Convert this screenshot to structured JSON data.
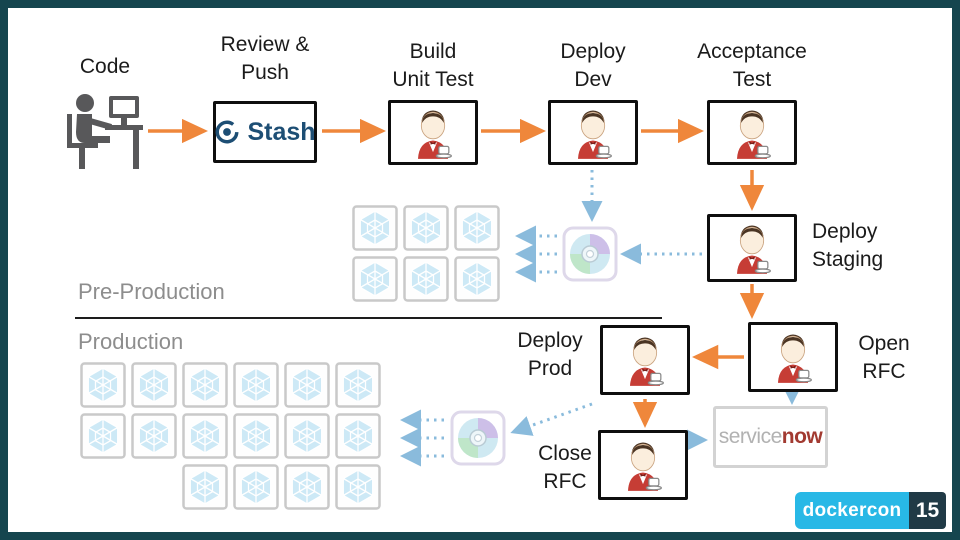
{
  "colors": {
    "border": "#15454e",
    "arrow_orange": "#ef873b",
    "arrow_blue": "#8abbdc",
    "label_dark": "#1b1b1b",
    "label_muted": "#8d8d8d",
    "stash_navy": "#1d4e74",
    "jenkins_red": "#c63d35",
    "hex_blue": "#cde9f6",
    "servicenow_gray": "#b2b2b2",
    "servicenow_red": "#a23a31",
    "dockercon_blue": "#28b8e6",
    "dockercon_dark": "#203a46"
  },
  "stages": {
    "code": "Code",
    "review_push": "Review &\nPush",
    "build_unit_test": "Build\nUnit Test",
    "deploy_dev": "Deploy\nDev",
    "acceptance_test": "Acceptance\nTest",
    "deploy_staging": "Deploy\nStaging",
    "deploy_prod": "Deploy\nProd",
    "open_rfc": "Open\nRFC",
    "close_rfc": "Close\nRFC"
  },
  "sections": {
    "pre_production": "Pre-Production",
    "production": "Production"
  },
  "logos": {
    "stash": "Stash",
    "servicenow_service": "service",
    "servicenow_now": "now",
    "dockercon": "dockercon",
    "dockercon_year": "15"
  },
  "containers": {
    "pre_production_count": 6,
    "production_rows": [
      6,
      6,
      4
    ]
  },
  "icons": {
    "developer": "person-at-computer-icon",
    "stash": "stash-logo-icon",
    "jenkins": "jenkins-butler-icon",
    "container": "container-hexagon-icon",
    "artifact": "artifact-disc-icon",
    "servicenow": "servicenow-logo",
    "dockercon": "dockercon-logo"
  }
}
